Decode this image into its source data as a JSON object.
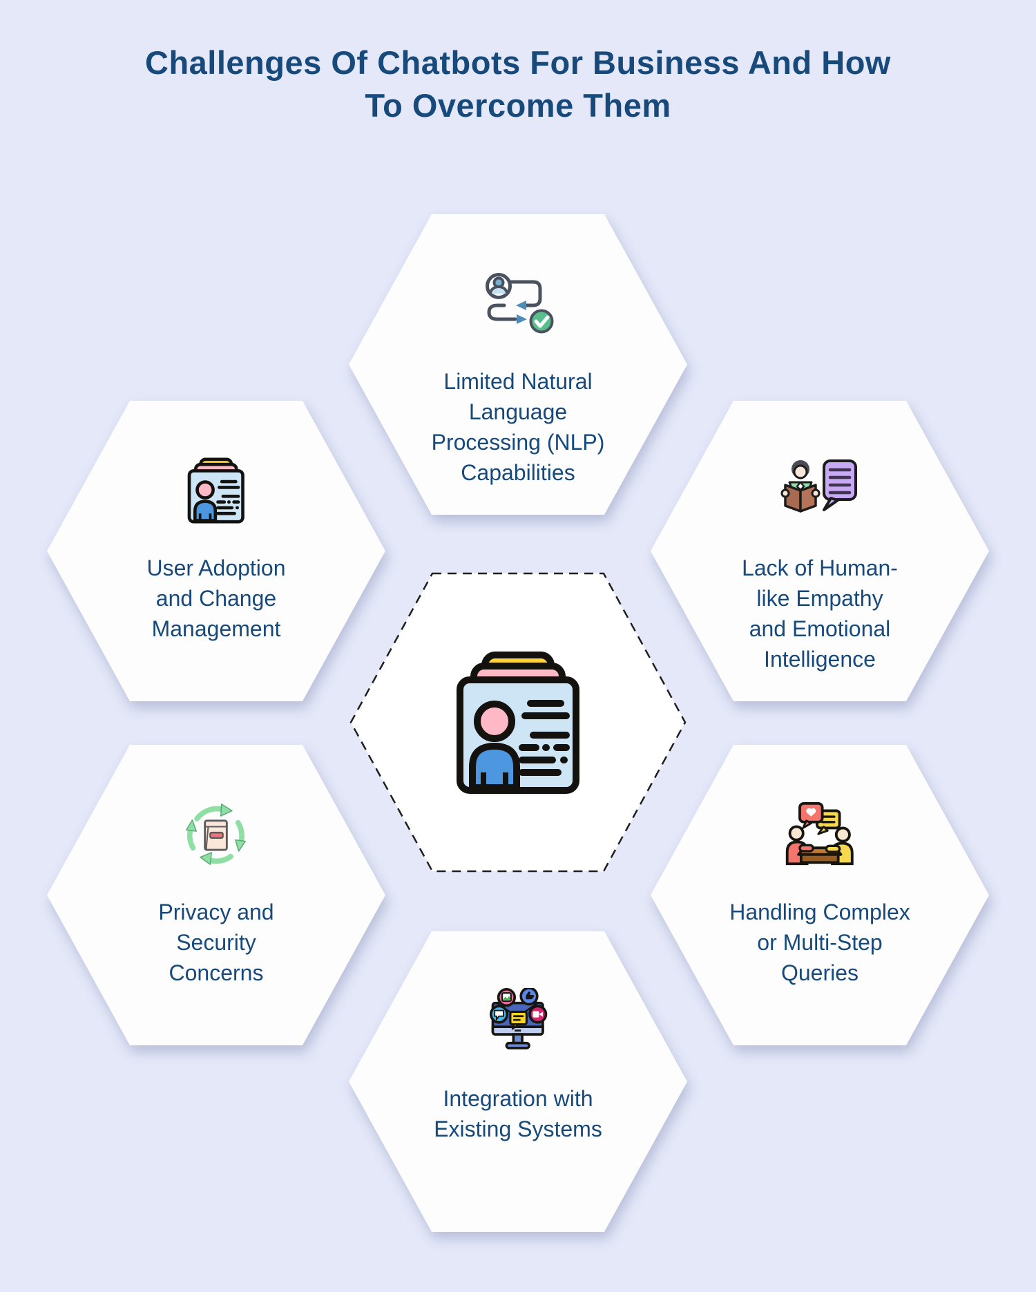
{
  "title": "Challenges Of Chatbots For Business And How\nTo Overcome Them",
  "colors": {
    "background": "#e4e8f9",
    "hexagon_fill": "#fdfdfe",
    "text": "#17497b",
    "dashed_border": "#1f1f1f",
    "card_blue": "#cee5f6",
    "card_yellow": "#ffd23e",
    "card_pink": "#ffb8c5",
    "person_blue": "#4d96e0",
    "check_green": "#57be8c",
    "bubble_purple": "#c8a9f6",
    "arrow_green": "#8fdfa4",
    "bubble_red": "#f4756e",
    "bubble_yellow": "#f8d94d",
    "table_brown": "#c07b33",
    "monitor_blue": "#4a66bb"
  },
  "center_hex": {
    "icon": "id-card-icon"
  },
  "hexes": [
    {
      "position": "top",
      "icon": "user-process-check-icon",
      "label": "Limited Natural\nLanguage\nProcessing (NLP)\nCapabilities"
    },
    {
      "position": "left",
      "icon": "id-card-icon",
      "label": "User Adoption\nand Change\nManagement"
    },
    {
      "position": "right",
      "icon": "person-reading-speech-bubble-icon",
      "label": "Lack of Human-\nlike Empathy\nand Emotional\nIntelligence"
    },
    {
      "position": "bottom-left",
      "icon": "package-recycle-arrows-icon",
      "label": "Privacy and\nSecurity\nConcerns"
    },
    {
      "position": "bottom-right",
      "icon": "people-conversation-icon",
      "label": "Handling Complex\nor Multi-Step\nQueries"
    },
    {
      "position": "bottom",
      "icon": "monitor-social-apps-icon",
      "label": "Integration with\nExisting Systems"
    }
  ]
}
